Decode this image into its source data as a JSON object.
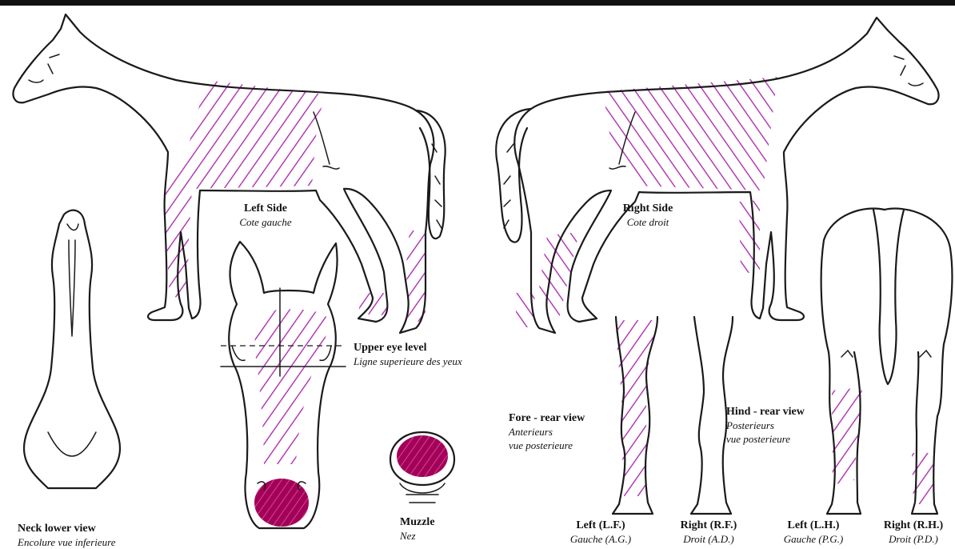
{
  "colors": {
    "hatch": "#b43cb4",
    "solid": "#a3005a",
    "line": "#1a1a1a"
  },
  "labels": {
    "left_side": {
      "en": "Left Side",
      "fr": "Cote gauche"
    },
    "right_side": {
      "en": "Right Side",
      "fr": "Cote droit"
    },
    "upper_eye": {
      "en": "Upper eye level",
      "fr": "Ligne superieure des yeux"
    },
    "fore_rear": {
      "en": "Fore - rear view",
      "fr1": "Anterieurs",
      "fr2": "vue posterieure"
    },
    "hind_rear": {
      "en": "Hind - rear view",
      "fr1": "Posterieurs",
      "fr2": "vue posterieure"
    },
    "neck": {
      "en": "Neck lower view",
      "fr": "Encolure vue inferieure"
    },
    "muzzle": {
      "en": "Muzzle",
      "fr": "Nez"
    },
    "lf": {
      "en": "Left (L.F.)",
      "fr": "Gauche (A.G.)"
    },
    "rf": {
      "en": "Right (R.F.)",
      "fr": "Droit (A.D.)"
    },
    "lh": {
      "en": "Left (L.H.)",
      "fr": "Gauche (P.G.)"
    },
    "rh": {
      "en": "Right (R.H.)",
      "fr": "Droit (P.D.)"
    }
  }
}
